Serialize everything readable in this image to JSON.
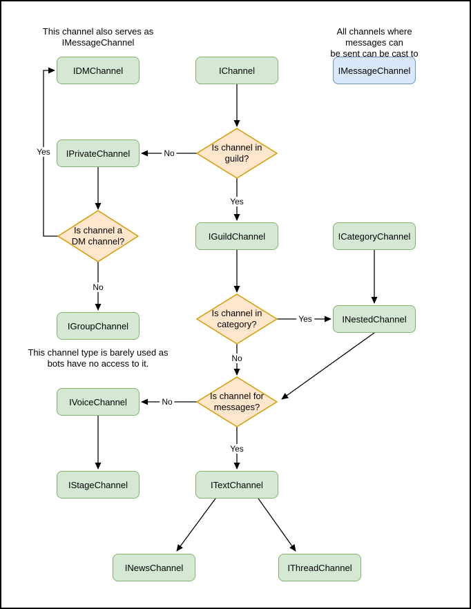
{
  "colors": {
    "node_fill": "#d5e8d4",
    "node_stroke": "#82b366",
    "highlight_fill": "#dae8fc",
    "highlight_stroke": "#6c8ebf",
    "decision_fill": "#ffe6cc",
    "decision_stroke": "#d79b00",
    "edge": "#000000",
    "text": "#000000",
    "background": "#ffffff"
  },
  "annotations": {
    "dm_note": "This channel also serves as\nIMessageChannel",
    "message_note": "All channels where messages can\nbe sent can be cast to this type.",
    "group_note": "This channel type is barely used as\nbots have no access to it."
  },
  "nodes": {
    "idm": {
      "label": "IDMChannel"
    },
    "ichannel": {
      "label": "IChannel"
    },
    "imessage": {
      "label": "IMessageChannel"
    },
    "iprivate": {
      "label": "IPrivateChannel"
    },
    "iguild": {
      "label": "IGuildChannel"
    },
    "icategory": {
      "label": "ICategoryChannel"
    },
    "igroup": {
      "label": "IGroupChannel"
    },
    "inested": {
      "label": "INestedChannel"
    },
    "ivoice": {
      "label": "IVoiceChannel"
    },
    "istage": {
      "label": "IStageChannel"
    },
    "itext": {
      "label": "ITextChannel"
    },
    "inews": {
      "label": "INewsChannel"
    },
    "ithread": {
      "label": "IThreadChannel"
    }
  },
  "decisions": {
    "in_guild": {
      "label": "Is channel in\nguild?"
    },
    "is_dm": {
      "label": "Is channel a\nDM channel?"
    },
    "in_category": {
      "label": "Is channel in\ncategory?"
    },
    "for_messages": {
      "label": "Is channel for\nmessages?"
    }
  },
  "edge_labels": {
    "guild_no": "No",
    "guild_yes": "Yes",
    "dm_yes": "Yes",
    "dm_no": "No",
    "category_yes": "Yes",
    "category_no": "No",
    "messages_no": "No",
    "messages_yes": "Yes"
  }
}
